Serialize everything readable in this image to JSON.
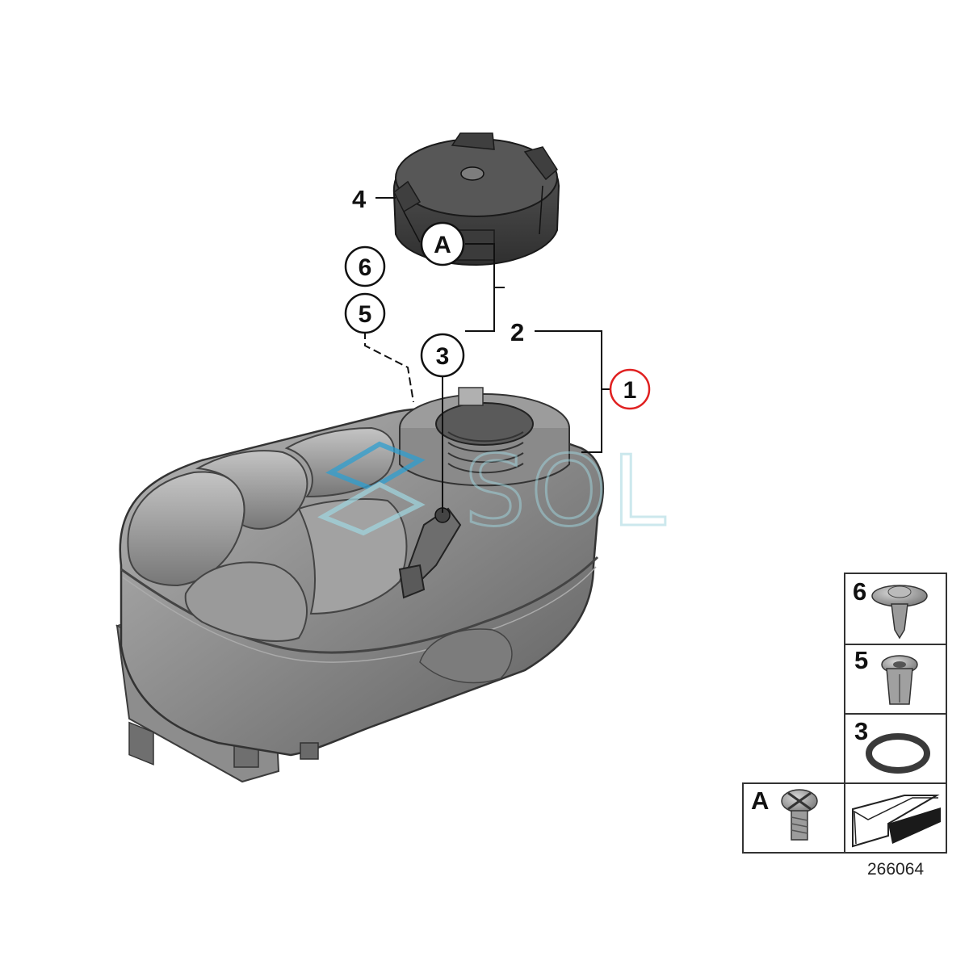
{
  "callouts": {
    "cap": "4",
    "tank": "1",
    "sub_assembly": "2",
    "screw_a": "A",
    "seal_3": "3",
    "clip_6": "6",
    "clip_5": "5"
  },
  "legend": {
    "item_6": "6",
    "item_5": "5",
    "item_3": "3",
    "item_a": "A"
  },
  "figure_number": "266064",
  "watermark": "SOL",
  "colors": {
    "part_fill": "#8e8e8e",
    "part_dark": "#4a4a4a",
    "cap_fill": "#4b4b4b",
    "highlight_circle": "#e02020",
    "watermark": "#9fd3dc"
  }
}
